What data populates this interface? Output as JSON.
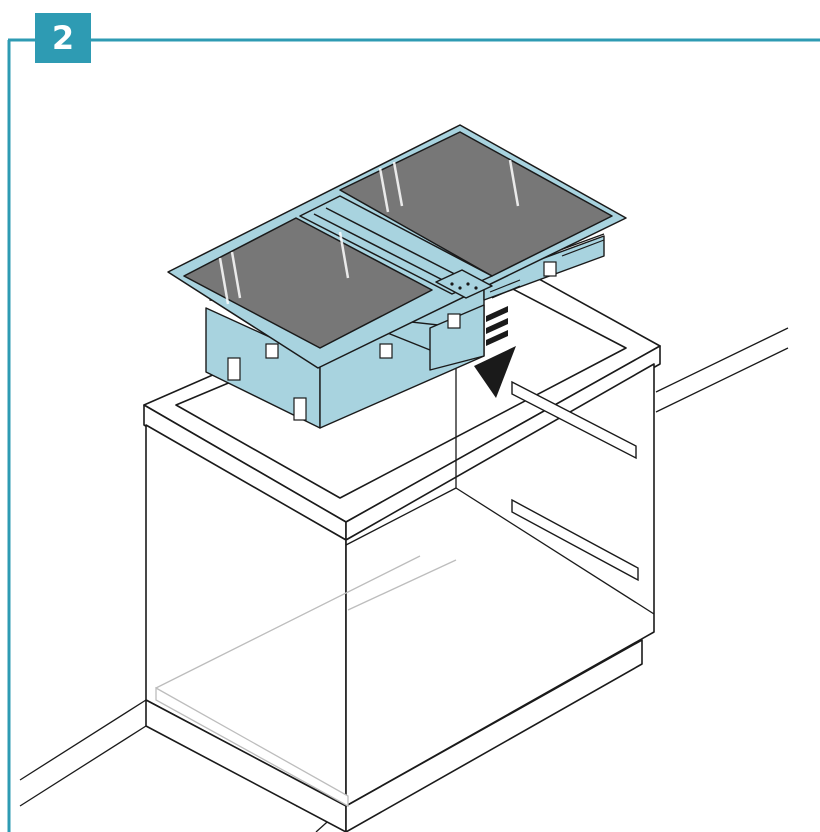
{
  "step": {
    "number": "2"
  },
  "colors": {
    "accent": "#2e9bb3",
    "hob_body": "#a8d3df",
    "glass": "#777777",
    "line": "#1a1a1a"
  },
  "figure": {
    "subject": "induction-hob-with-integrated-extractor",
    "action": "lower-into-cabinet-cutout",
    "arrow_direction": "down"
  }
}
